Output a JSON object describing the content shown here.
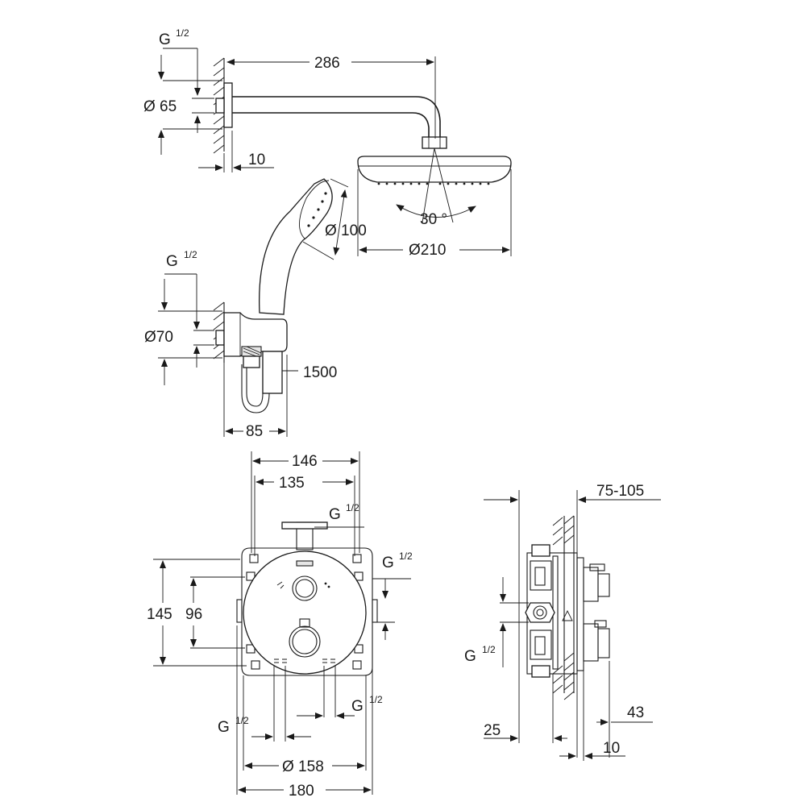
{
  "dimensions": {
    "head_arm_length": "286",
    "head_flange_dia": "Ø 65",
    "head_flange_depth": "10",
    "head_thread": "G",
    "head_thread_sup": "1/2",
    "head_tilt": "30 °",
    "hand_shower_dia": "Ø 100",
    "head_shower_dia": "Ø210",
    "outlet_thread": "G",
    "outlet_thread_sup": "1/2",
    "outlet_flange_dia": "Ø70",
    "hose_length": "1500",
    "outlet_width": "85",
    "box_width": "146",
    "box_hole_spacing": "135",
    "box_top_thread": "G",
    "box_top_thread_sup": "1/2",
    "box_right_thread": "G",
    "box_right_thread_sup": "1/2",
    "box_height": "145",
    "box_hole_height": "96",
    "box_bottom_left_thread": "G",
    "box_bottom_left_thread_sup": "1/2",
    "box_bottom_right_thread": "G",
    "box_bottom_right_thread_sup": "1/2",
    "plate_dia": "Ø 158",
    "plate_width": "180",
    "install_depth": "75-105",
    "side_thread": "G",
    "side_thread_sup": "1/2",
    "side_depth_left": "25",
    "side_handle": "43",
    "side_plate": "10"
  }
}
